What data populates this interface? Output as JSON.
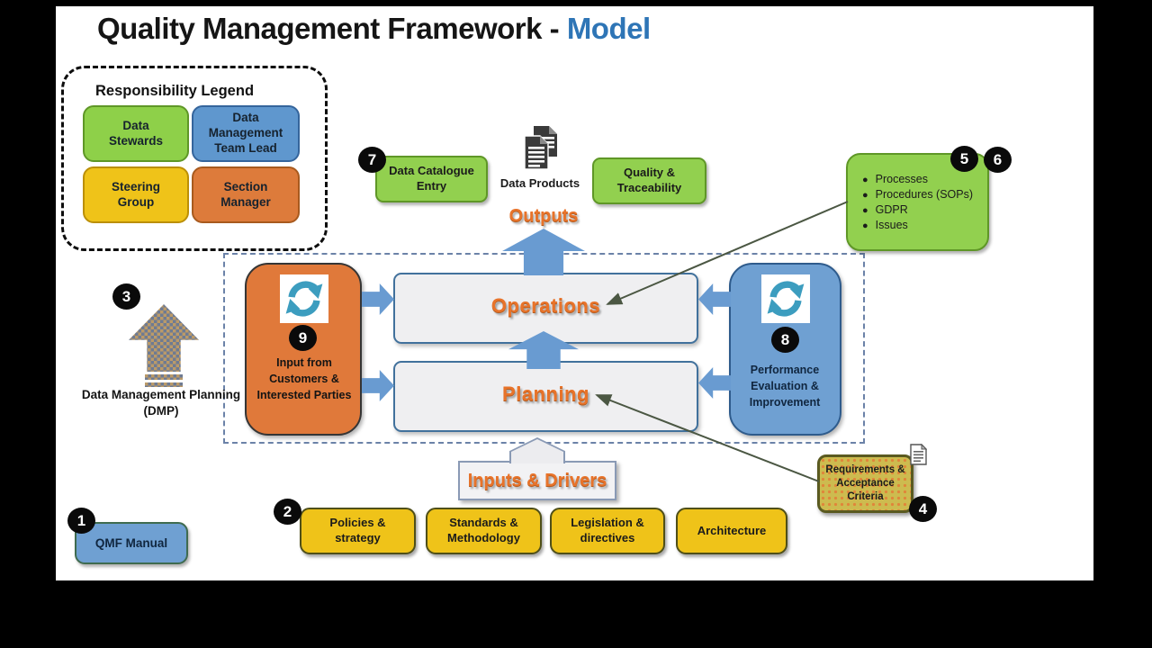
{
  "slide": {
    "title": {
      "main": "Quality Management Framework - ",
      "accent": "Model"
    }
  },
  "legend": {
    "title": "Responsibility Legend",
    "items": [
      {
        "label": "Data Stewards",
        "color": "#8ED049"
      },
      {
        "label": "Data Management Team Lead",
        "color": "#5F97CE"
      },
      {
        "label": "Steering Group",
        "color": "#EFC319"
      },
      {
        "label": "Section Manager",
        "color": "#DD7B3B"
      }
    ]
  },
  "markers": [
    "1",
    "2",
    "3",
    "4",
    "5",
    "6",
    "7",
    "8",
    "9"
  ],
  "outputs": {
    "section_label": "Outputs",
    "data_catalogue": "Data Catalogue Entry",
    "data_products": "Data Products",
    "quality_traceability": "Quality & Traceability"
  },
  "notes": {
    "bullets": [
      "Processes",
      "Procedures (SOPs)",
      "GDPR",
      "Issues"
    ]
  },
  "core": {
    "operations": "Operations",
    "planning": "Planning",
    "customer_input": "Input from Customers & Interested Parties",
    "performance": "Performance Evaluation & Improvement"
  },
  "dmp": {
    "label": "Data Management Planning (DMP)"
  },
  "inputs": {
    "section_label": "Inputs & Drivers",
    "items": [
      "Policies & strategy",
      "Standards & Methodology",
      "Legislation & directives",
      "Architecture"
    ]
  },
  "docs": {
    "qmf_manual": "QMF Manual",
    "requirements": "Requirements & Acceptance Criteria"
  },
  "colors": {
    "title_accent": "#2E75B6",
    "orange_text": "#E8732A",
    "green_box": "#92D04F",
    "blue_box": "#6FA0D2",
    "yellow_box": "#EFC319",
    "orange_box": "#E0793A",
    "arrow_blue": "#699BD1"
  }
}
